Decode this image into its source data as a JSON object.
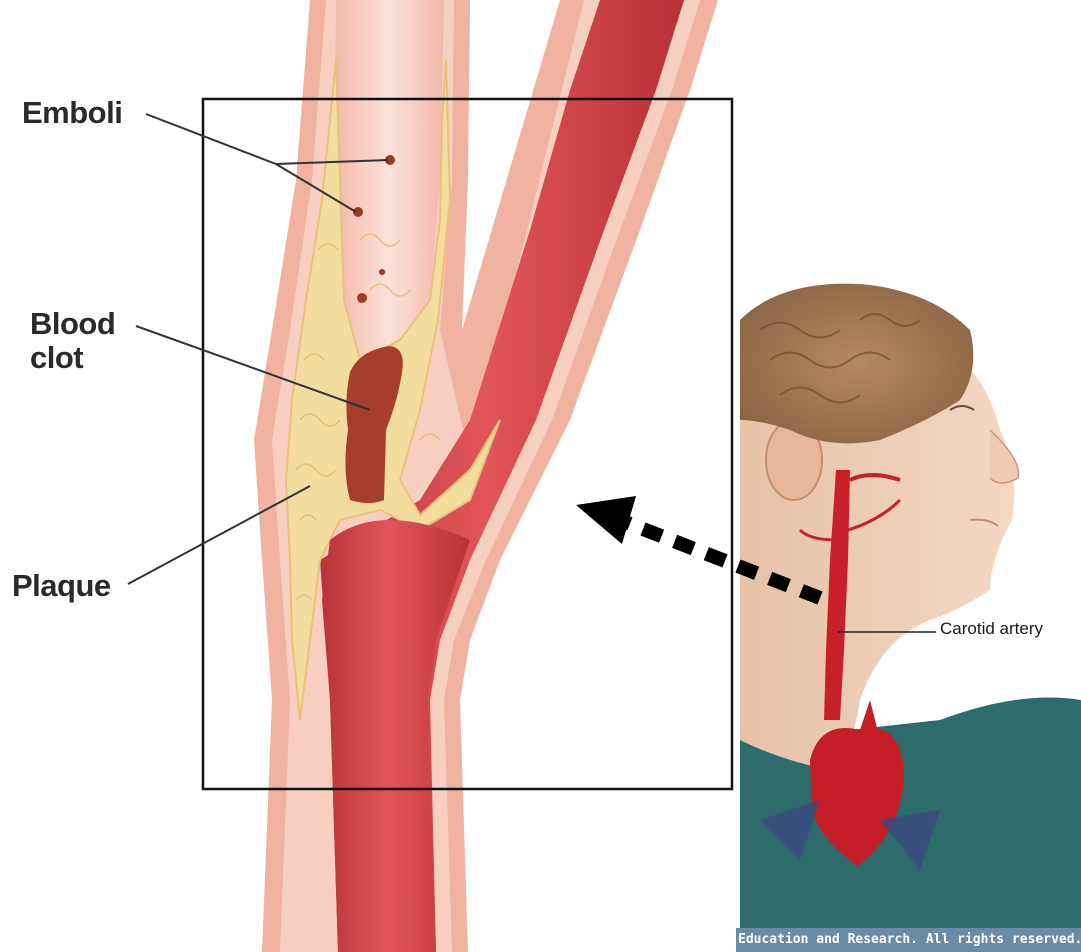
{
  "labels": {
    "emboli": "Emboli",
    "blood_clot": "Blood clot",
    "plaque": "Plaque",
    "carotid_artery": "Carotid artery"
  },
  "footer": {
    "copyright": "Education and Research.  All rights reserved."
  },
  "colors": {
    "artery_wall": "#f2b8a8",
    "artery_lumen": "#d9484a",
    "plaque": "#f3dca0",
    "clot": "#a8402e",
    "shirt": "#2e6b6d"
  }
}
